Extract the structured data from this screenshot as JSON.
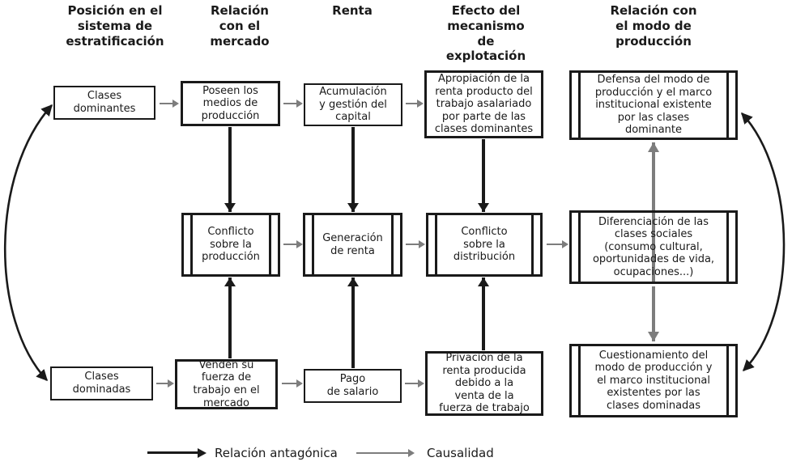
{
  "columns": [
    "Posición en el\nsistema de\nestratificación",
    "Relación\ncon el\nmercado",
    "Renta",
    "Efecto del\nmecanismo\nde\nexplotación",
    "Relación con\nel modo de\nproducción"
  ],
  "boxes": {
    "clases_dominantes": "Clases\ndominantes",
    "poseen_medios": "Poseen los\nmedios de\nproducción",
    "acumulacion": "Acumulación\ny gestión del\ncapital",
    "apropiacion": "Apropiación de la\nrenta producto del\ntrabajo asalariado\npor parte de las\nclases dominantes",
    "defensa": "Defensa del modo de\nproducción y el marco\ninstitucional existente\npor las clases\ndominante",
    "conflicto_produccion": "Conflicto\nsobre la\nproducción",
    "generacion_renta": "Generación\nde renta",
    "conflicto_distribucion": "Conflicto\nsobre la\ndistribución",
    "diferenciacion": "Diferenciación de las\nclases sociales\n(consumo cultural,\noportunidades de vida,\nocupaciones...)",
    "clases_dominadas": "Clases\ndominadas",
    "venden_fuerza": "Venden su\nfuerza de\ntrabajo en el\nmercado",
    "pago_salario": "Pago\nde salario",
    "privacion": "Privación de la\nrenta producida\ndebido a la\nventa de la\nfuerza de trabajo",
    "cuestionamiento": "Cuestionamiento del\nmodo de producción y\nel marco institucional\nexistentes por las\nclases dominadas"
  },
  "legend": {
    "antagonistic": "Relación antagónica",
    "causality": "Causalidad"
  },
  "colors": {
    "antagonistic": "#1a1a1a",
    "causality": "#7d7d7d",
    "box_border": "#1a1a1a",
    "background": "#ffffff"
  }
}
